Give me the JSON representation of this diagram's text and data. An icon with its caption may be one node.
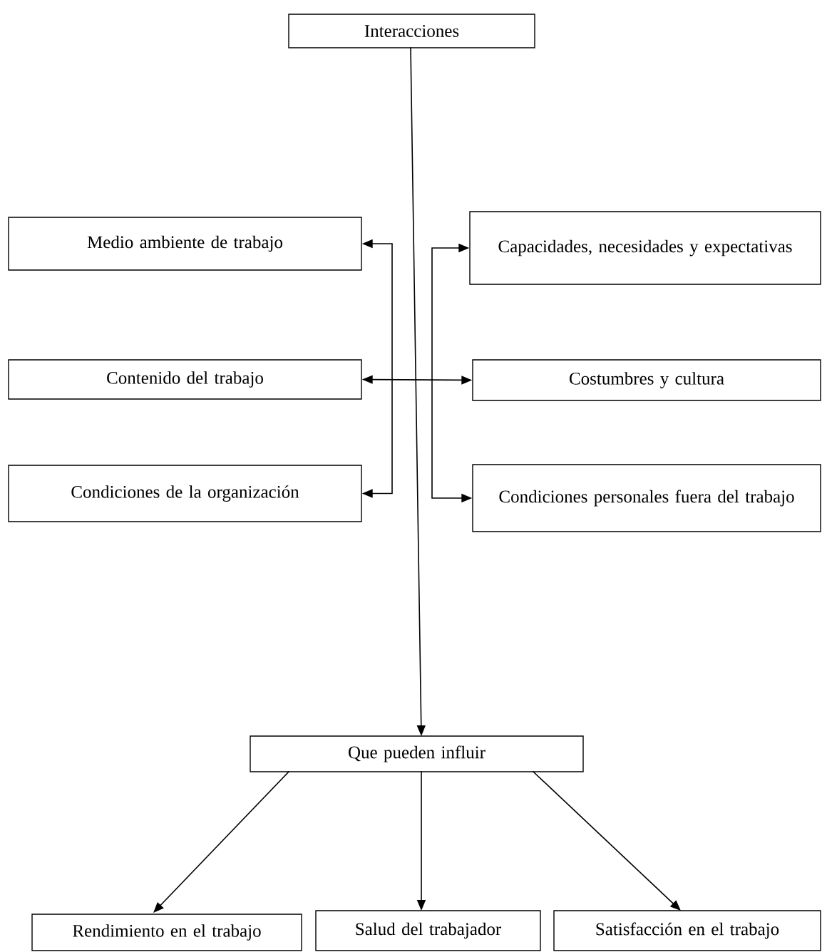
{
  "diagram": {
    "nodes": [
      {
        "text": [
          "Interacciones"
        ]
      },
      {
        "text": [
          "Medio ambiente de trabajo"
        ]
      },
      {
        "text": [
          "Capacidades, necesidades y expectativas"
        ]
      },
      {
        "text": [
          "Contenido del trabajo"
        ]
      },
      {
        "text": [
          "Costumbres y cultura"
        ]
      },
      {
        "text": [
          "Condiciones de la organización"
        ]
      },
      {
        "text": [
          "Condiciones personales fuera del trabajo"
        ]
      },
      {
        "text": [
          "Que pueden influir"
        ]
      },
      {
        "text": [
          "Rendimiento en el trabajo"
        ]
      },
      {
        "text": [
          "Salud del trabajador"
        ]
      },
      {
        "text": [
          "Satisfacción en el trabajo"
        ]
      }
    ],
    "edges": [
      {
        "from": 0,
        "to": 7,
        "arrow": "to"
      },
      {
        "from": 1,
        "to": 5,
        "arrow": "both"
      },
      {
        "from": 2,
        "to": 6,
        "arrow": "both"
      },
      {
        "from": 3,
        "to": 4,
        "arrow": "both"
      },
      {
        "from": 7,
        "to": 8,
        "arrow": "to"
      },
      {
        "from": 7,
        "to": 9,
        "arrow": "to"
      },
      {
        "from": 7,
        "to": 10,
        "arrow": "to"
      }
    ]
  }
}
